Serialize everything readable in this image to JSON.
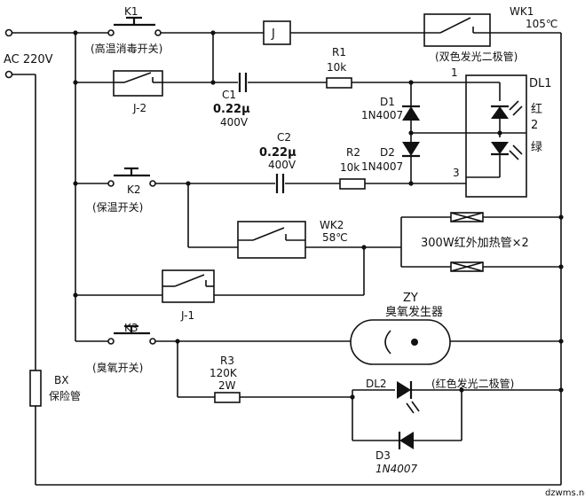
{
  "power": {
    "label": "AC 220V"
  },
  "k1": {
    "ref": "K1",
    "name": "(高温消毒开关)"
  },
  "relay": {
    "coil": "J",
    "contact_j2": "J-2",
    "contact_j1": "J-1"
  },
  "wk1": {
    "ref": "WK1",
    "temp": "105℃"
  },
  "dl1": {
    "note": "(双色发光二极管)",
    "ref": "DL1",
    "pin1": "1",
    "pin2": "2",
    "pin3": "3",
    "red": "红",
    "green": "绿"
  },
  "c1": {
    "ref": "C1",
    "value": "0.22μ",
    "volt": "400V"
  },
  "r1": {
    "ref": "R1",
    "value": "10k"
  },
  "d1": {
    "ref": "D1",
    "part": "1N4007"
  },
  "d2": {
    "ref": "D2",
    "part": "1N4007"
  },
  "c2": {
    "ref": "C2",
    "value": "0.22μ",
    "volt": "400V"
  },
  "r2": {
    "ref": "R2",
    "value": "10k"
  },
  "k2": {
    "ref": "K2",
    "name": "(保温开关)"
  },
  "wk2": {
    "ref": "WK2",
    "temp": "58℃"
  },
  "heater": {
    "label": "300W红外加热管×2"
  },
  "zy": {
    "ref": "ZY",
    "name": "臭氧发生器"
  },
  "k3": {
    "ref": "K3",
    "name": "(臭氧开关)"
  },
  "r3": {
    "ref": "R3",
    "value": "120K",
    "power": "2W"
  },
  "dl2": {
    "ref": "DL2",
    "note": "(红色发光二极管)"
  },
  "d3": {
    "ref": "D3",
    "part": "1N4007"
  },
  "bx": {
    "ref": "BX",
    "name": "保险管"
  },
  "watermark": "dzwms.net"
}
